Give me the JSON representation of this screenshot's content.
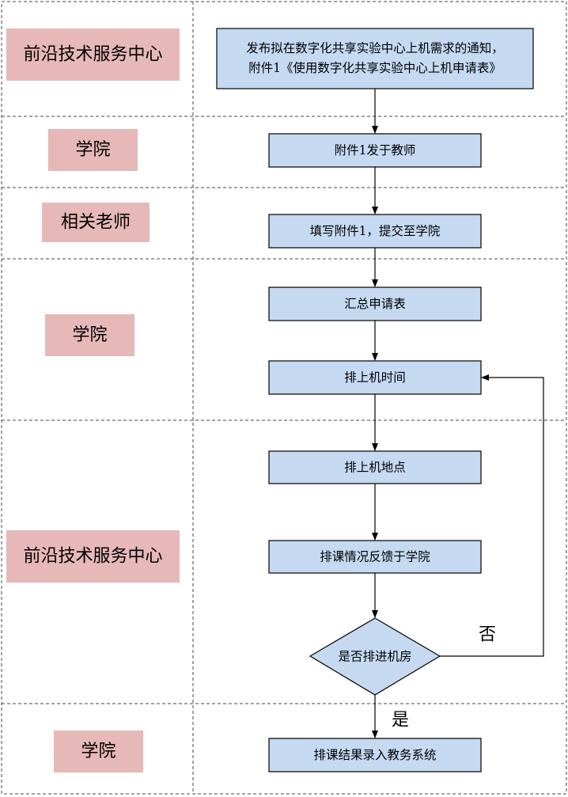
{
  "lanes": [
    {
      "label": "前沿技术服务中心"
    },
    {
      "label": "学院"
    },
    {
      "label": "相关老师"
    },
    {
      "label": "学院"
    },
    {
      "label": "前沿技术服务中心"
    },
    {
      "label": "学院"
    }
  ],
  "steps": {
    "notice_line1": "发布拟在数字化共享实验中心上机需求的通知，",
    "notice_line2": "附件1《使用数字化共享实验中心上机申请表》",
    "send_to_teacher": "附件1发于教师",
    "fill_form": "填写附件1，提交至学院",
    "summarize": "汇总申请表",
    "schedule_time": "排上机时间",
    "schedule_place": "排上机地点",
    "feedback": "排课情况反馈于学院",
    "decision": "是否排进机房",
    "enter_system": "排课结果录入教务系统"
  },
  "edge_labels": {
    "no": "否",
    "yes": "是"
  }
}
